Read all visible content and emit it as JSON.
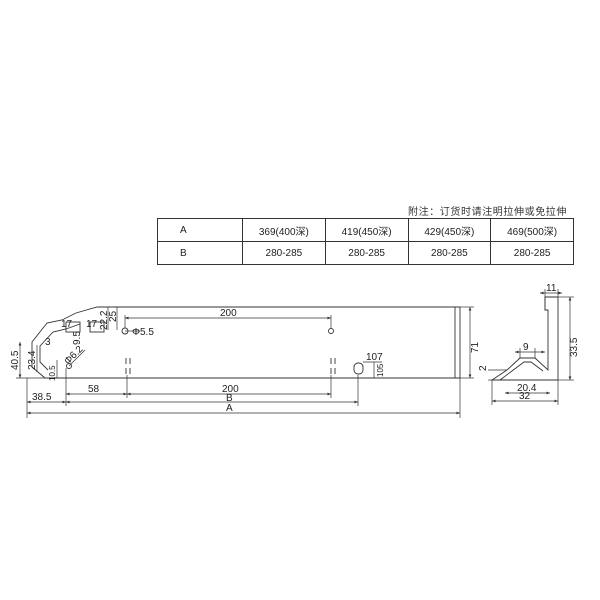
{
  "note": "附注：订货时请注明拉伸或免拉伸",
  "table": {
    "rows": [
      {
        "label": "A",
        "cells": [
          "369(400深)",
          "419(450深)",
          "429(450深)",
          "469(500深)"
        ]
      },
      {
        "label": "B",
        "cells": [
          "280-285",
          "280-285",
          "280-285",
          "280-285"
        ]
      }
    ]
  },
  "dims": {
    "d200_top": "200",
    "d17a": "17",
    "d17b": "17",
    "d9_5": "9.5",
    "d22_2": "22.2",
    "d25": "25",
    "d5_5": "Φ5.5",
    "d40_5": "40.5",
    "d3": "3",
    "d23_4": "23.4",
    "d6_2": "Φ6.2",
    "d10_5": "10.5",
    "d71": "71",
    "d107": "107",
    "d105": "105",
    "d38_5": "38.5",
    "d58": "58",
    "d200_bottom": "200",
    "dB": "B",
    "dA": "A",
    "d11": "11",
    "d33_5": "33.5",
    "d9": "9",
    "d2": "2",
    "d20_4": "20.4",
    "d32": "32"
  }
}
